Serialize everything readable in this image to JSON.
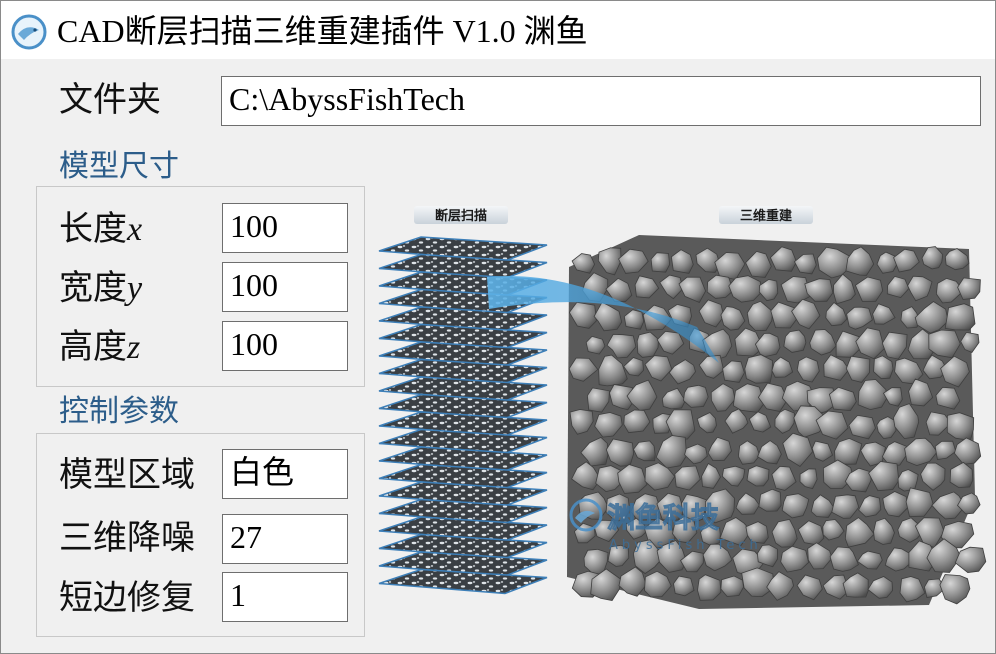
{
  "window": {
    "title": "CAD断层扫描三维重建插件 V1.0 渊鱼",
    "icon": "fish-logo-icon"
  },
  "folder": {
    "label": "文件夹",
    "value": "C:\\AbyssFishTech"
  },
  "model_size": {
    "group_title": "模型尺寸",
    "length": {
      "label": "长度",
      "var": "x",
      "value": "100"
    },
    "width": {
      "label": "宽度",
      "var": "y",
      "value": "100"
    },
    "height": {
      "label": "高度",
      "var": "z",
      "value": "100"
    }
  },
  "control_params": {
    "group_title": "控制参数",
    "region": {
      "label": "模型区域",
      "value": "白色"
    },
    "denoise": {
      "label": "三维降噪",
      "value": "27"
    },
    "edge_fix": {
      "label": "短边修复",
      "value": "1"
    }
  },
  "illustration": {
    "left_caption": "断层扫描",
    "right_caption": "三维重建",
    "watermark_main": "渊鱼科技",
    "watermark_sub": "AbyssFish Tech",
    "colors": {
      "slice_border": "#3d7fb8",
      "rock": "#8c8c8c",
      "arrow": "#5fb3e8"
    }
  }
}
